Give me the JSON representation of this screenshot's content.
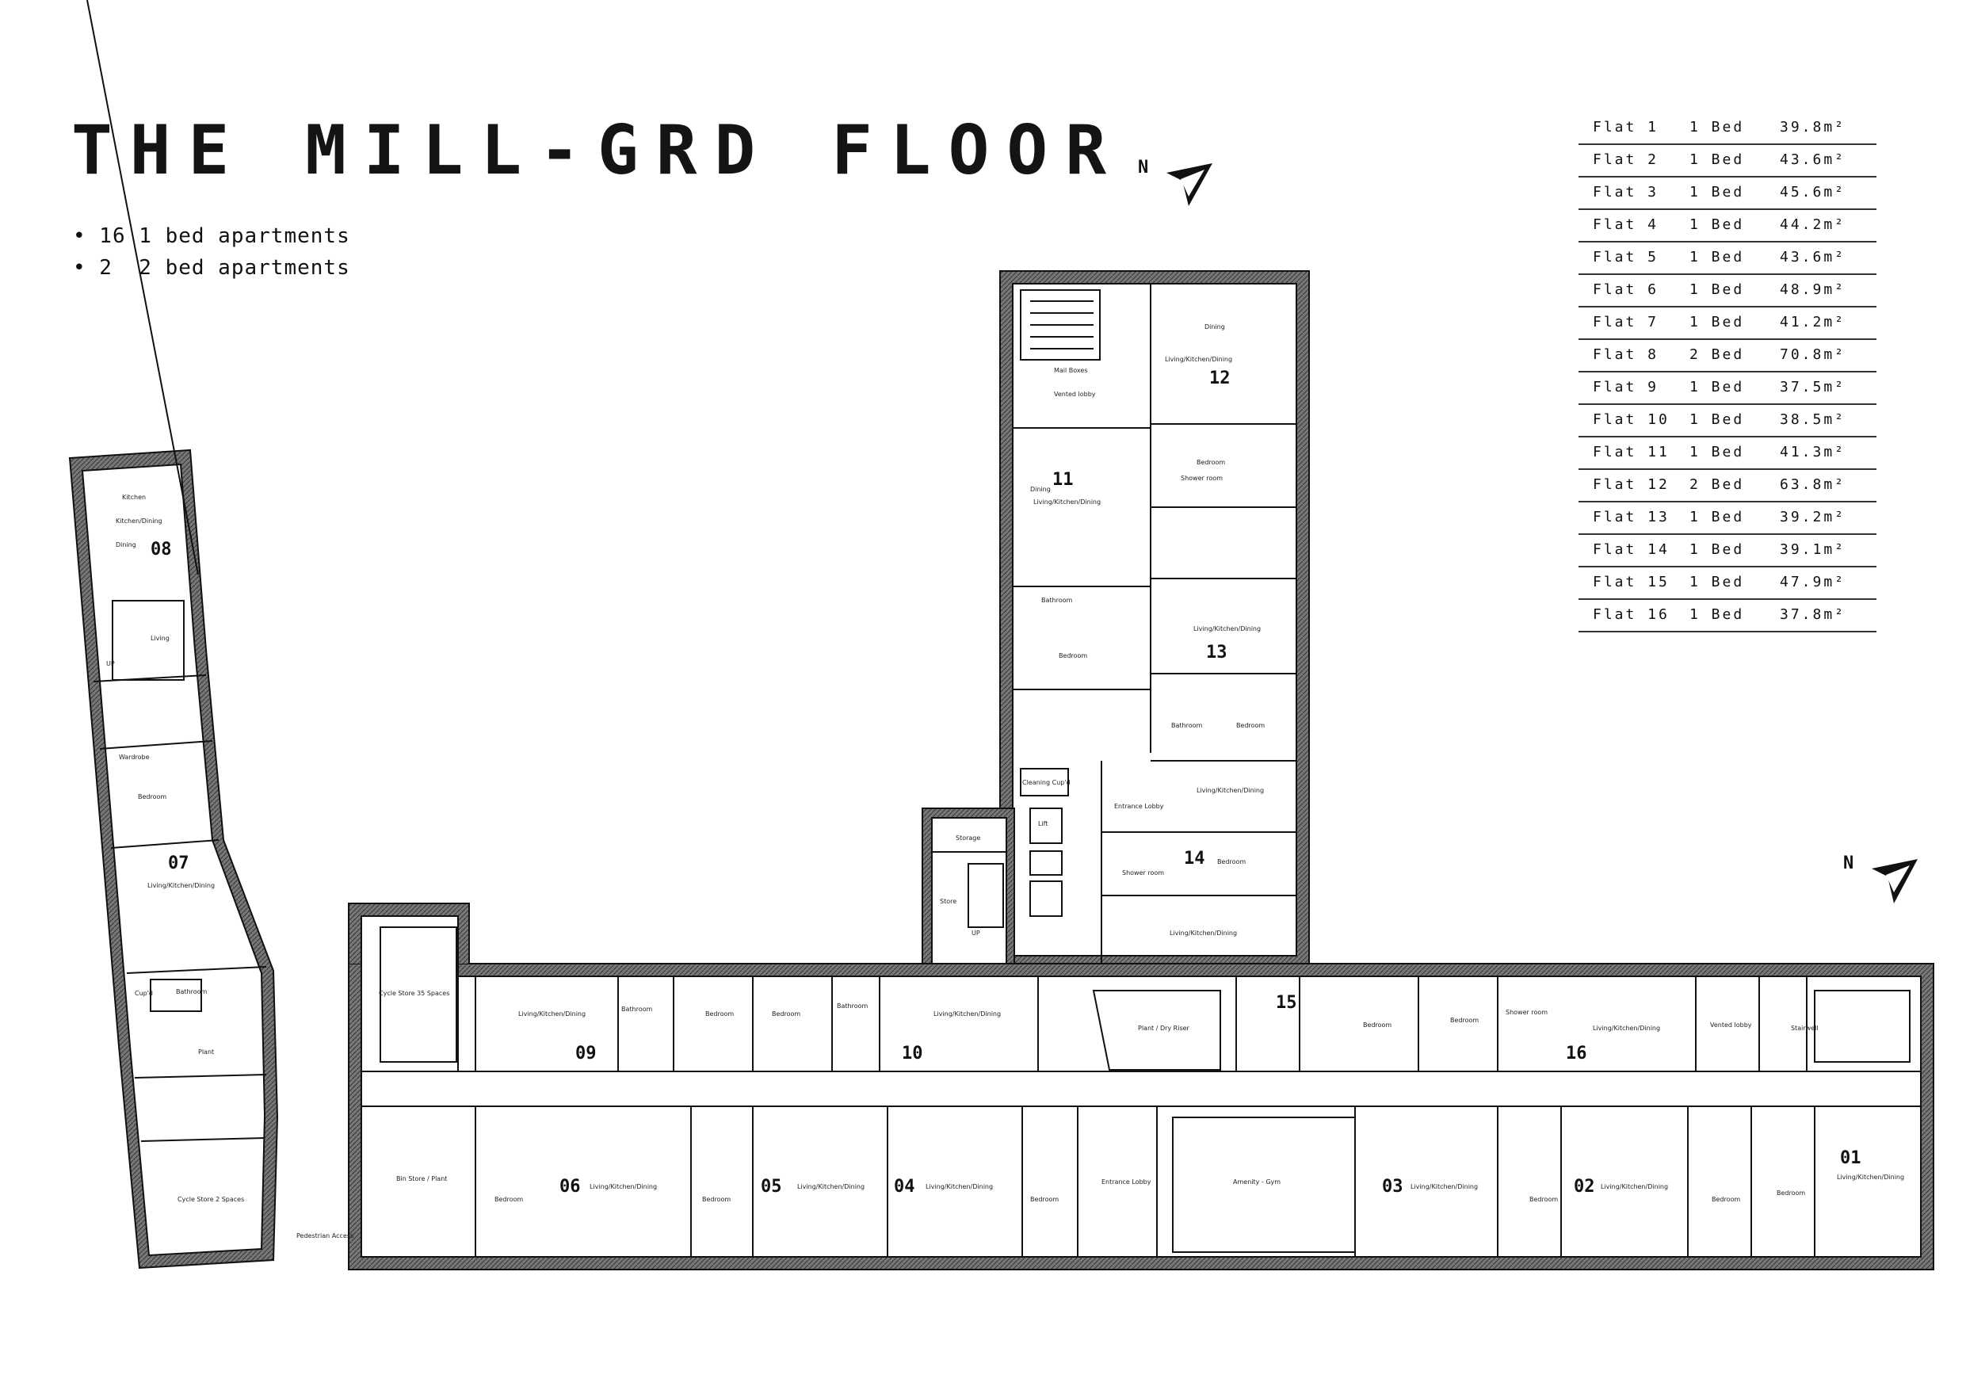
{
  "title": "THE MILL-GRD FLOOR",
  "summary": [
    "• 16 1 bed apartments",
    "• 2  2 bed apartments"
  ],
  "schedule": [
    {
      "flat": "Flat 1",
      "beds": "1 Bed",
      "area": "39.8m²"
    },
    {
      "flat": "Flat 2",
      "beds": "1 Bed",
      "area": "43.6m²"
    },
    {
      "flat": "Flat 3",
      "beds": "1 Bed",
      "area": "45.6m²"
    },
    {
      "flat": "Flat 4",
      "beds": "1 Bed",
      "area": "44.2m²"
    },
    {
      "flat": "Flat 5",
      "beds": "1 Bed",
      "area": "43.6m²"
    },
    {
      "flat": "Flat 6",
      "beds": "1 Bed",
      "area": "48.9m²"
    },
    {
      "flat": "Flat 7",
      "beds": "1 Bed",
      "area": "41.2m²"
    },
    {
      "flat": "Flat 8",
      "beds": "2 Bed",
      "area": "70.8m²"
    },
    {
      "flat": "Flat 9",
      "beds": "1 Bed",
      "area": "37.5m²"
    },
    {
      "flat": "Flat 10",
      "beds": "1 Bed",
      "area": "38.5m²"
    },
    {
      "flat": "Flat 11",
      "beds": "1 Bed",
      "area": "41.3m²"
    },
    {
      "flat": "Flat 12",
      "beds": "2 Bed",
      "area": "63.8m²"
    },
    {
      "flat": "Flat 13",
      "beds": "1 Bed",
      "area": "39.2m²"
    },
    {
      "flat": "Flat 14",
      "beds": "1 Bed",
      "area": "39.1m²"
    },
    {
      "flat": "Flat 15",
      "beds": "1 Bed",
      "area": "47.9m²"
    },
    {
      "flat": "Flat 16",
      "beds": "1 Bed",
      "area": "37.8m²"
    }
  ],
  "north_label": "N",
  "flat_numbers": [
    "01",
    "02",
    "03",
    "04",
    "05",
    "06",
    "07",
    "08",
    "09",
    "10",
    "11",
    "12",
    "13",
    "14",
    "15",
    "16"
  ],
  "room_labels": {
    "plant": "Plant",
    "bin_store": "Bin Store / Plant",
    "amenity": "Amenity - Gym",
    "cycle_store_35": "Cycle Store 35 Spaces",
    "cycle_store_lower": "Cycle Store 2 Spaces",
    "pedestrian": "Pedestrian Access",
    "storage": "Storage",
    "store": "Store",
    "plant_dry_riser": "Plant / Dry Riser",
    "cleaning": "Cleaning Cup'd",
    "lift": "Lift",
    "stairwell": "Stairwell",
    "vented_lobby": "Vented lobby",
    "mail_boxes": "Mail Boxes",
    "entrance_lobby": "Entrance Lobby",
    "up": "UP",
    "kitchen": "Kitchen",
    "dining": "Dining",
    "living": "Living",
    "bedroom": "Bedroom",
    "bathroom": "Bathroom",
    "shower_room": "Shower room",
    "lkd": "Living/Kitchen/Dining",
    "kd": "Kitchen/Dining",
    "cupd": "Cup'd",
    "entrance": "Entrance Lobby",
    "wardrobe": "Wardrobe"
  }
}
